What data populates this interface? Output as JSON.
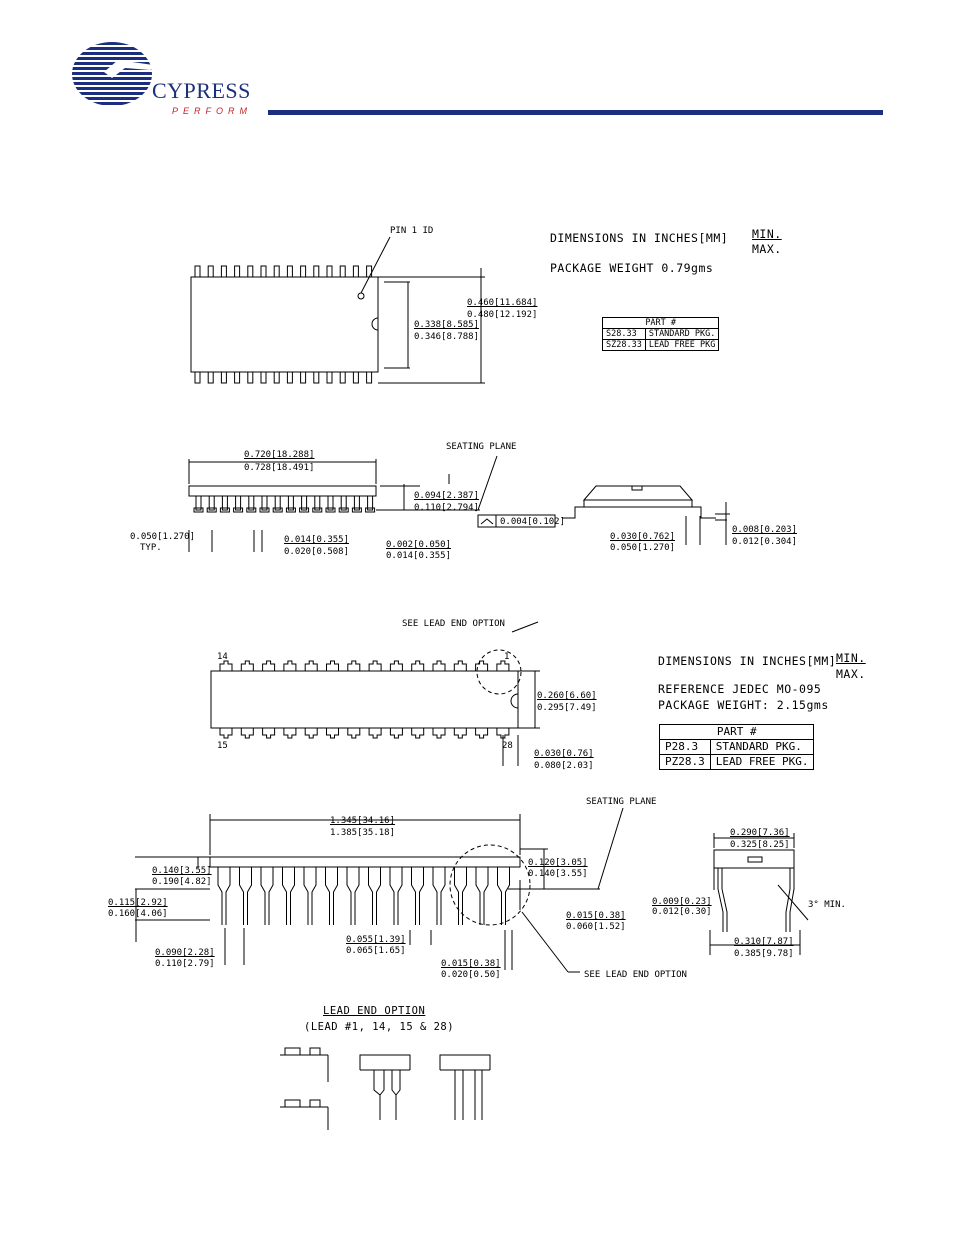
{
  "logo": {
    "brand": "CYPRESS",
    "tagline": "PERFORM"
  },
  "soic": {
    "pin1": "PIN 1 ID",
    "dims_title": "DIMENSIONS IN INCHES[MM]",
    "min": "MIN.",
    "max": "MAX.",
    "weight": "PACKAGE WEIGHT 0.79gms",
    "table_header": "PART #",
    "rows": [
      [
        "S28.33",
        "STANDARD PKG."
      ],
      [
        "SZ28.33",
        "LEAD FREE PKG"
      ]
    ],
    "d_width_min": "0.338[8.585]",
    "d_width_max": "0.346[8.788]",
    "d_span_min": "0.460[11.684]",
    "d_span_max": "0.480[12.192]",
    "d_len_min": "0.720[18.288]",
    "d_len_max": "0.728[18.491]",
    "seating": "SEATING PLANE",
    "d_h_min": "0.094[2.387]",
    "d_h_max": "0.110[2.794]",
    "coplan": "0.004[0.102]",
    "d_pitch": "0.050[1.270]",
    "typ": "TYP.",
    "d_lead_min": "0.014[0.355]",
    "d_lead_max": "0.020[0.508]",
    "d_so_min": "0.002[0.050]",
    "d_so_max": "0.014[0.355]",
    "d_foot_min": "0.030[0.762]",
    "d_foot_max": "0.050[1.270]",
    "d_th_min": "0.008[0.203]",
    "d_th_max": "0.012[0.304]"
  },
  "dip": {
    "see_lead": "SEE LEAD END OPTION",
    "pin14": "14",
    "pin1": "1",
    "pin15": "15",
    "pin28": "28",
    "dims_title": "DIMENSIONS IN INCHES[MM]",
    "min": "MIN.",
    "max": "MAX.",
    "ref": "REFERENCE JEDEC MO-095",
    "weight": "PACKAGE WEIGHT: 2.15gms",
    "table_header": "PART #",
    "rows": [
      [
        "P28.3",
        "STANDARD PKG."
      ],
      [
        "PZ28.3",
        "LEAD FREE PKG."
      ]
    ],
    "d_w_min": "0.260[6.60]",
    "d_w_max": "0.295[7.49]",
    "d_e_min": "0.030[0.76]",
    "d_e_max": "0.080[2.03]",
    "seating": "SEATING PLANE",
    "d_len_min": "1.345[34.16]",
    "d_len_max": "1.385[35.18]",
    "d_h_min": "0.140[3.55]",
    "d_h_max": "0.190[4.82]",
    "d_tl_min": "0.115[2.92]",
    "d_tl_max": "0.160[4.06]",
    "d_p_min": "0.090[2.28]",
    "d_p_max": "0.110[2.79]",
    "d_lw_min": "0.055[1.39]",
    "d_lw_max": "0.065[1.65]",
    "d_lt_min": "0.015[0.38]",
    "d_lt_max": "0.020[0.50]",
    "d_sp_min": "0.120[3.05]",
    "d_sp_max": "0.140[3.55]",
    "d_so_min": "0.015[0.38]",
    "d_so_max": "0.060[1.52]",
    "see_lead2": "SEE LEAD END OPTION",
    "d_row_min": "0.290[7.36]",
    "d_row_max": "0.325[8.25]",
    "d_th_min": "0.009[0.23]",
    "d_th_max": "0.012[0.30]",
    "angle": "3° MIN.",
    "d_ov_min": "0.310[7.87]",
    "d_ov_max": "0.385[9.78]"
  },
  "lead_end": {
    "title": "LEAD END OPTION",
    "subtitle": "(LEAD #1, 14, 15 & 28)"
  }
}
